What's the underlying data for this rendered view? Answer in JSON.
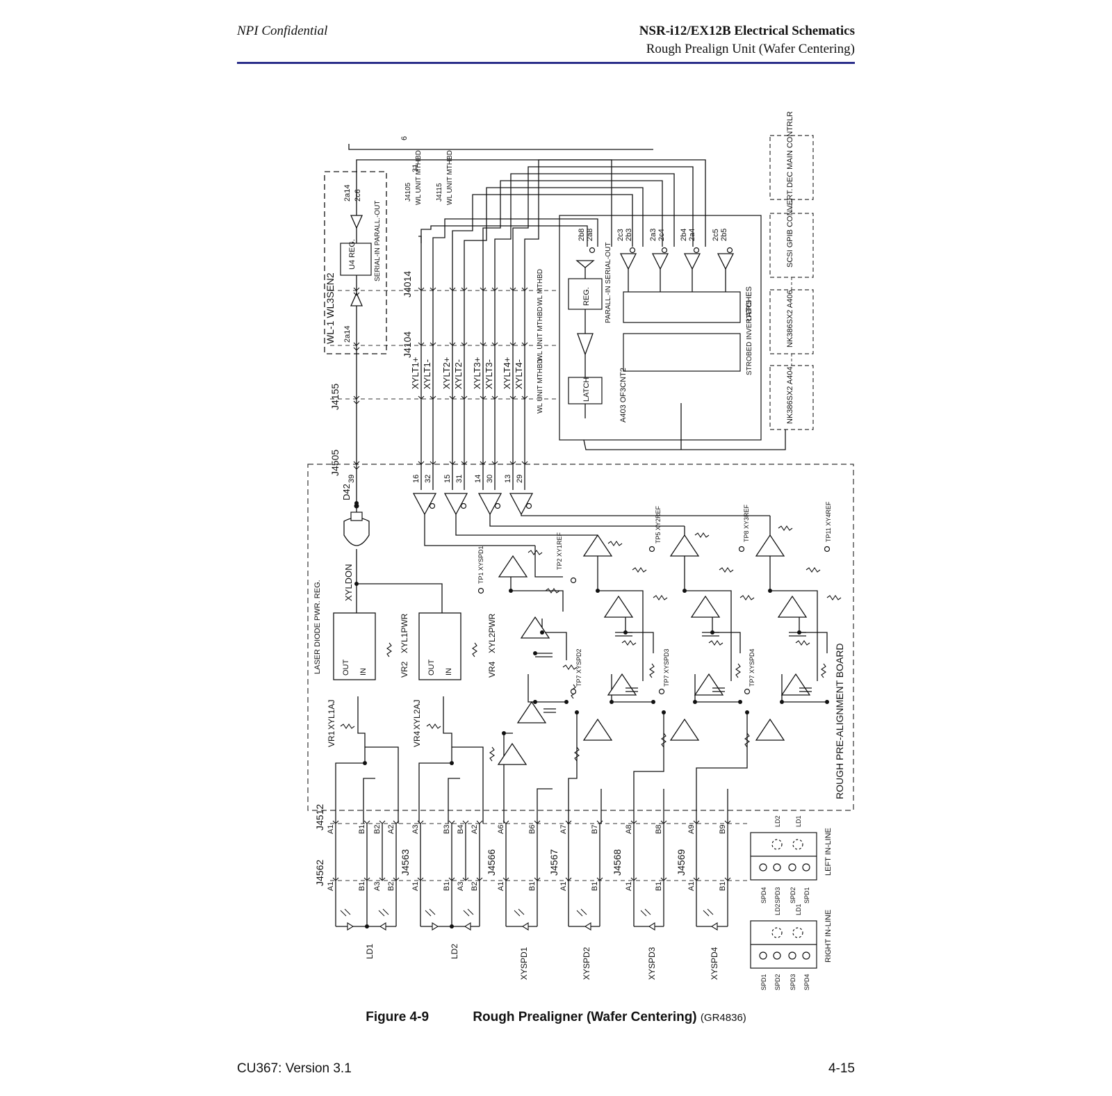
{
  "header": {
    "confidential": "NPI Confidential",
    "doc_title": "NSR-i12/EX12B Electrical Schematics",
    "section_title": "Rough Prealign Unit (Wafer Centering)"
  },
  "figure": {
    "number": "Figure 4-9",
    "title": "Rough Prealigner (Wafer Centering)",
    "code": "(GR4836)"
  },
  "footer": {
    "left": "CU367: Version 3.1",
    "right": "4-15"
  },
  "schematic": {
    "board_name": "ROUGH PRE-ALIGNMENT BOARD",
    "connectors": {
      "j4155": "J4155",
      "j4104": "J4104",
      "j4014": "J4014",
      "j4505": "J4505",
      "j4512": "J4512",
      "j4562": "J4562",
      "j4563": "J4563",
      "j4566": "J4566",
      "j4567": "J4567",
      "j4568": "J4568",
      "j4569": "J4569",
      "j4105": "J4105",
      "j4115": "J4115"
    },
    "signals": [
      "XYLT1+",
      "XYLT1-",
      "XYLT2+",
      "XYLT2-",
      "XYLT3+",
      "XYLT3-",
      "XYLT4+",
      "XYLT4-"
    ],
    "wl_sen_box": {
      "name": "WL-1  WL3SEN2",
      "reg": "U4 REG.",
      "serial": "SERIAL-IN PARALL.-OUT",
      "pin_a": "2a14",
      "pin_b": "2a14",
      "pin_c": "2c6"
    },
    "latch_box": {
      "name": "A403 OF3CNT2",
      "latch": "LATCH",
      "reg": "REG.",
      "parall": "PARALL.-IN SERIAL-OUT",
      "latches": "LATCHES",
      "strobed": "STROBED INVERTERS",
      "pins": [
        "2b8",
        "2a8",
        "2c3",
        "2b3",
        "2a3",
        "2c4",
        "2b4",
        "2a4",
        "2c5",
        "2b5"
      ]
    },
    "mthbd_labels": [
      "WL UNIT MTHBD",
      "WL UNIT MTHBD",
      "WL MTHBD",
      "WL UNIT MTHBD",
      "WL UNIT MTHBD"
    ],
    "right_boxes": [
      "DEC MAIN CONTRLR",
      "SCSI GPIB CONVERT.",
      "NK386SX2 A406",
      "NK386SX2 A404"
    ],
    "driver_pins": [
      "16",
      "32",
      "15",
      "31",
      "14",
      "30",
      "13",
      "29"
    ],
    "misc_pins": [
      "39",
      "6",
      "31"
    ],
    "laser": {
      "diode": "D42",
      "xyldon": "XYLDON",
      "reg_label": "LASER DIODE PWR. REG.",
      "out": "OUT",
      "in": "IN",
      "vr1": "VR1",
      "xyl1aj": "XYL1AJ",
      "vr2": "VR2",
      "xyl1pwr": "XYL1PWR",
      "vr4a": "VR4",
      "xyl2aj": "XYL2AJ",
      "vr4b": "VR4",
      "xyl2pwr": "XYL2PWR"
    },
    "test_points": [
      "TP1 XYSPD1",
      "TP2 XY1REF",
      "TP5 XY2REF",
      "TP8 XY3REF",
      "TP11 XY4REF",
      "TP7 XYSPD2",
      "TP7 XYSPD3",
      "TP7 XYSPD4"
    ],
    "j4512_pins": [
      "A1",
      "B1",
      "B2",
      "A2",
      "A3",
      "B3",
      "B4",
      "A2",
      "A6",
      "B6",
      "A7",
      "B7",
      "A8",
      "B8",
      "A9",
      "B9"
    ],
    "j456x_pins": [
      "A1",
      "B1",
      "A3",
      "B2",
      "A1",
      "B1",
      "A3",
      "B2",
      "A1",
      "B1",
      "A1",
      "B1",
      "A1",
      "B1",
      "A1",
      "B1"
    ],
    "sensors": [
      "LD1",
      "LD2",
      "XYSPD1",
      "XYSPD2",
      "XYSPD3",
      "XYSPD4"
    ],
    "left_inline": {
      "name": "LEFT IN-LINE",
      "top": [
        "LD2",
        "LD1"
      ],
      "bottom": [
        "SPD4",
        "SPD3",
        "SPD2",
        "SPD1"
      ]
    },
    "right_inline": {
      "name": "RIGHT IN-LINE",
      "top": [
        "LD2",
        "LD1"
      ],
      "bottom": [
        "SPD1",
        "SPD2",
        "SPD3",
        "SPD4"
      ]
    }
  }
}
